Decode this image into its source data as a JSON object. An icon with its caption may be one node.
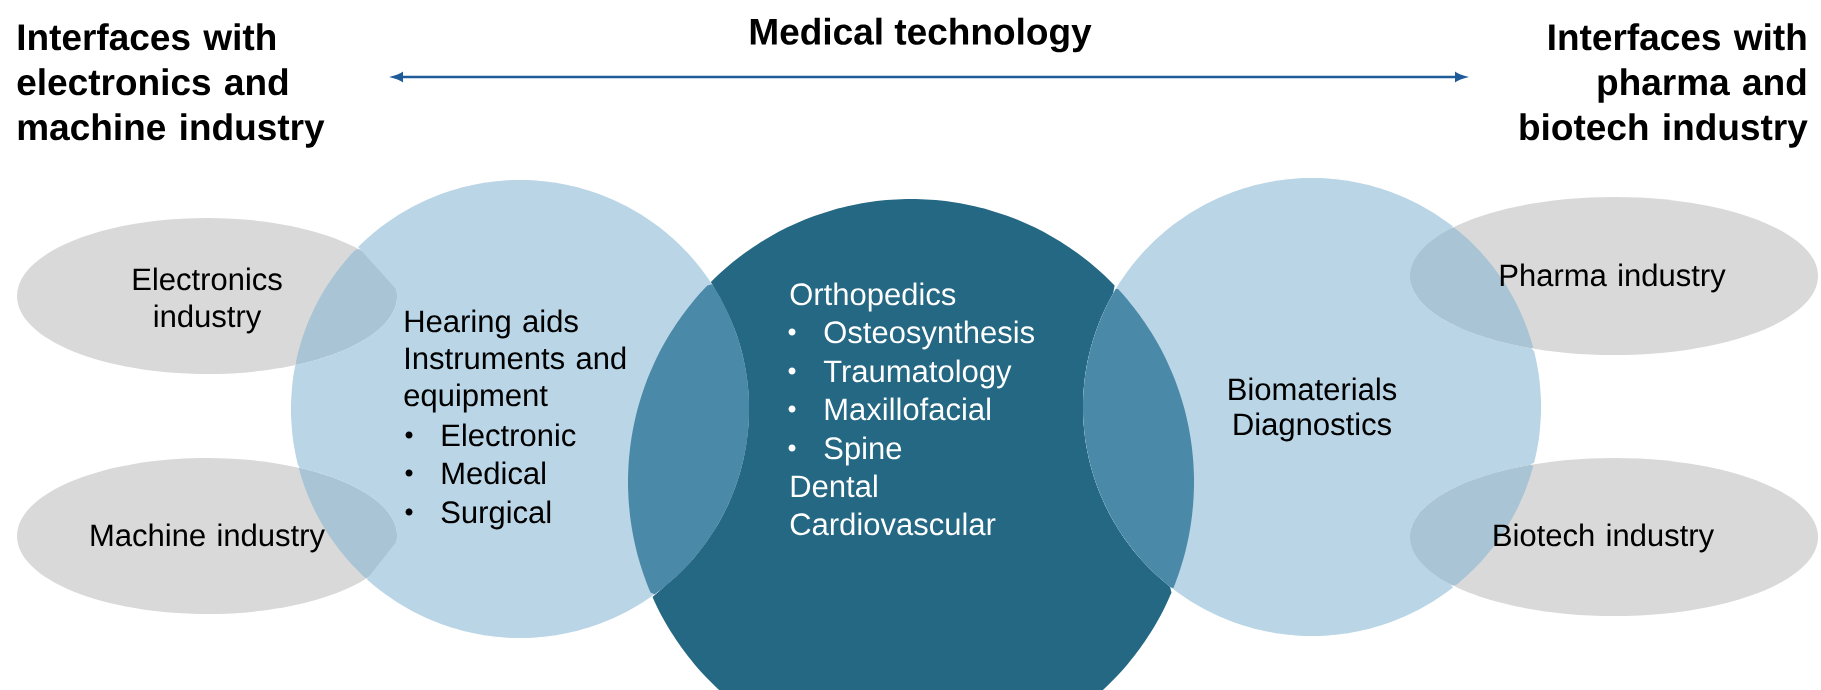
{
  "diagram": {
    "title": "Medical technology",
    "nodes": [
      {
        "text": [
          "Electronics industry"
        ]
      },
      {
        "text": [
          "Machine industry"
        ]
      },
      {
        "text": [
          "Hearing aids",
          "Instruments and equipment",
          "Electronic",
          "Medical",
          "Surgical"
        ]
      },
      {
        "text": [
          "Orthopedics",
          "Osteosynthesis",
          "Traumatology",
          "Maxillofacial",
          "Spine",
          "Dental",
          "Cardiovascular"
        ]
      },
      {
        "text": [
          "Biomaterials",
          "Diagnostics"
        ]
      },
      {
        "text": [
          "Pharma industry"
        ]
      },
      {
        "text": [
          "Biotech industry"
        ]
      }
    ],
    "labels": [
      "Interfaces with electronics and machine industry",
      "Interfaces with pharma and biotech industry"
    ]
  }
}
